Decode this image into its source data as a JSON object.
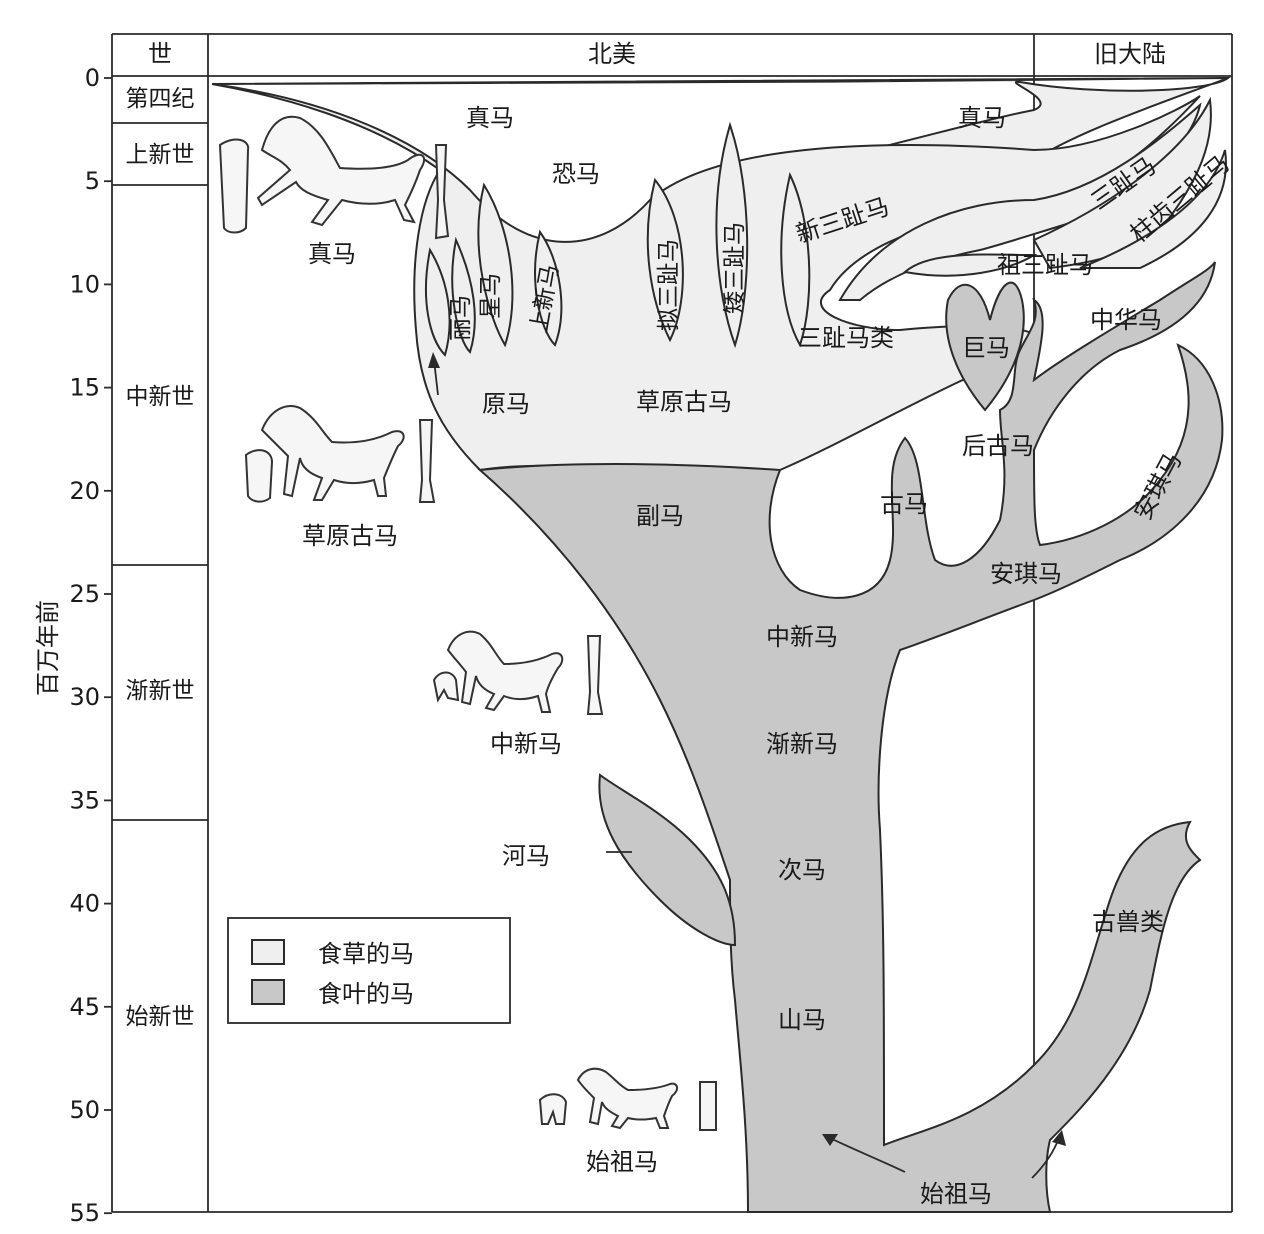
{
  "header": {
    "epoch_col": "世",
    "north_america": "北美",
    "old_world": "旧大陆"
  },
  "axis": {
    "ylabel": "百万年前",
    "ticks": [
      "0",
      "5",
      "10",
      "15",
      "20",
      "25",
      "30",
      "35",
      "40",
      "45",
      "50",
      "55"
    ]
  },
  "epochs": {
    "quaternary": "第四纪",
    "pliocene": "上新世",
    "miocene": "中新世",
    "oligocene": "渐新世",
    "eocene": "始新世"
  },
  "legend": {
    "grazing": "食草的马",
    "browsing": "食叶的马"
  },
  "colors": {
    "grazing_fill": "#efefef",
    "browsing_fill": "#c8c8c8"
  },
  "taxa": {
    "equus_na": "真马",
    "equus_ow": "真马",
    "dinohippus": "恐马",
    "neohipparion": "新三趾马",
    "pliohippus": "上新马",
    "astrohippus": "星马",
    "calippus": "丽马",
    "pseudhipparion": "拟三趾马",
    "nannippus": "矮三趾马",
    "hipparions": "三趾马类",
    "protohippus": "原马",
    "merychippus": "草原古马",
    "parahippus": "副马",
    "megahippus": "巨马",
    "hypohippus": "后古马",
    "archaeohippus": "古马",
    "anchitherium_na": "安琪马",
    "anchitherium_ow": "安琪马",
    "sinohippus": "中华马",
    "hippotherium": "三趾马",
    "stylohipparion": "柱齿三趾马",
    "cormohipparion": "祖三趾马",
    "miohippus": "中新马",
    "mesohippus": "渐新马",
    "kalobatippus": "河马",
    "epihippus": "次马",
    "orohippus": "山马",
    "palaeotheres": "古兽类",
    "eohippus_na": "始祖马",
    "eohippus_base": "始祖马"
  },
  "illustrations": {
    "equus": "真马",
    "merychippus": "草原古马",
    "miohippus": "中新马",
    "eohippus": "始祖马"
  }
}
